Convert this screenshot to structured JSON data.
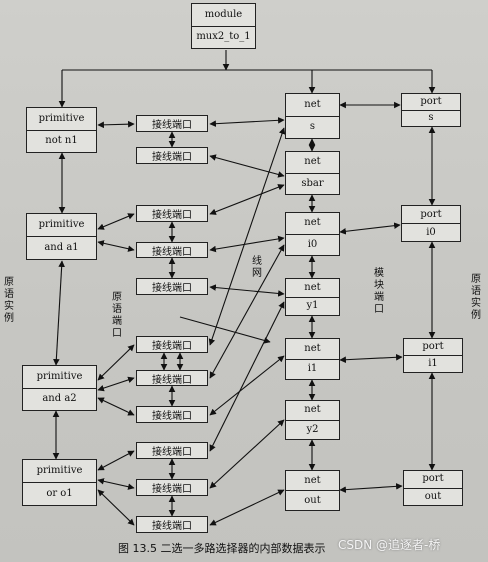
{
  "module": {
    "type": "module",
    "name": "mux2_to_1"
  },
  "primitives": [
    {
      "type": "primitive",
      "name": "not n1"
    },
    {
      "type": "primitive",
      "name": "and a1"
    },
    {
      "type": "primitive",
      "name": "and a2"
    },
    {
      "type": "primitive",
      "name": "or o1"
    }
  ],
  "port_conn_label": "接线端口",
  "nets": [
    {
      "type": "net",
      "name": "s"
    },
    {
      "type": "net",
      "name": "sbar"
    },
    {
      "type": "net",
      "name": "i0"
    },
    {
      "type": "net",
      "name": "y1"
    },
    {
      "type": "net",
      "name": "i1"
    },
    {
      "type": "net",
      "name": "y2"
    },
    {
      "type": "net",
      "name": "out"
    }
  ],
  "ports": [
    {
      "type": "port",
      "name": "s"
    },
    {
      "type": "port",
      "name": "i0"
    },
    {
      "type": "port",
      "name": "i1"
    },
    {
      "type": "port",
      "name": "out"
    }
  ],
  "labels": {
    "prim_instance": "原语实例",
    "prim_port": "原语端口",
    "wire_net": "线网",
    "module_port": "模块端口",
    "prim_instance_right": "原语实例"
  },
  "caption": "图 13.5   二选一多路选择器的内部数据表示",
  "watermark": "CSDN @追逐者-桥"
}
